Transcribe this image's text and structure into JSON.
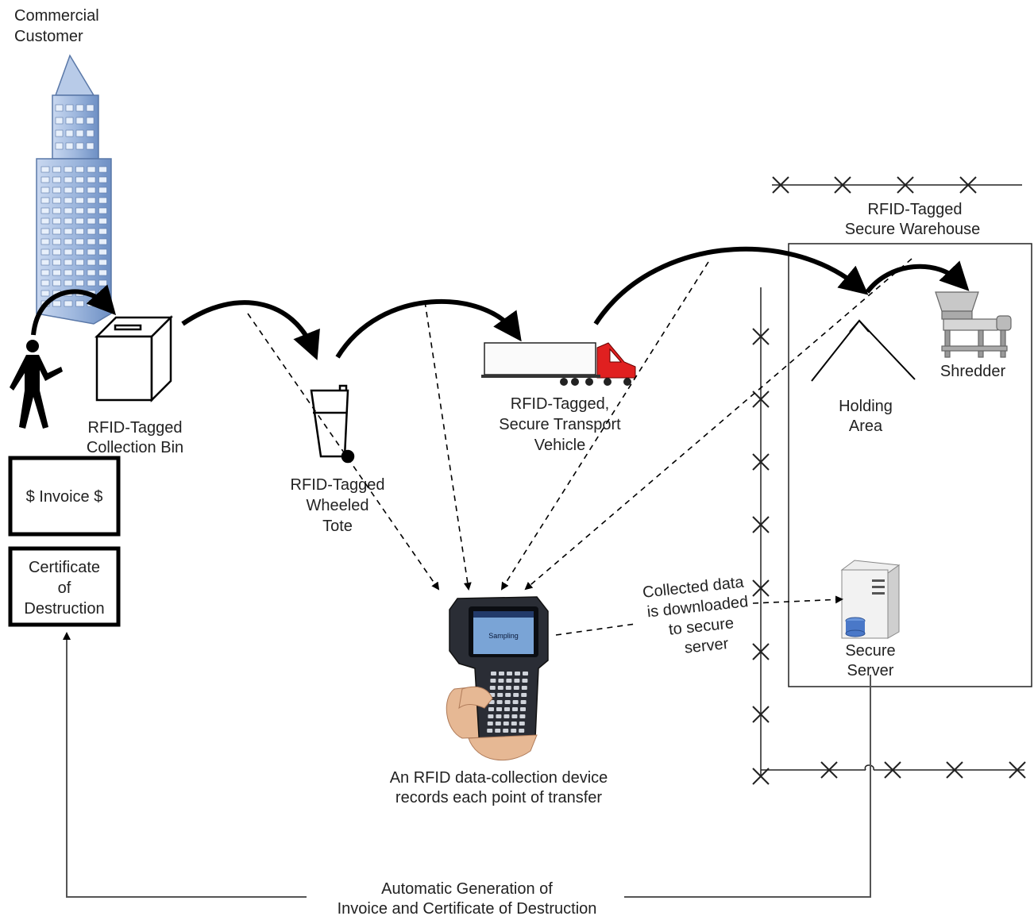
{
  "labels": {
    "customer": [
      "Commercial",
      "Customer"
    ],
    "bin": [
      "RFID-Tagged",
      "Collection Bin"
    ],
    "tote": [
      "RFID-Tagged",
      "Wheeled",
      "Tote"
    ],
    "vehicle": [
      "RFID-Tagged,",
      "Secure Transport",
      "Vehicle"
    ],
    "warehouse": [
      "RFID-Tagged",
      "Secure Warehouse"
    ],
    "holding": [
      "Holding",
      "Area"
    ],
    "shredder": [
      "Shredder"
    ],
    "server": [
      "Secure",
      "Server"
    ],
    "download": [
      "Collected data",
      "is downloaded",
      "to secure",
      "server"
    ],
    "device": [
      "An RFID data-collection device",
      "records each point of transfer"
    ],
    "bottom": [
      "Automatic Generation of",
      "Invoice and Certificate of Destruction"
    ],
    "invoice": [
      "$ Invoice $"
    ],
    "certificate": [
      "Certificate",
      "of",
      "Destruction"
    ]
  },
  "device_screen_text": "Sampling",
  "colors": {
    "building": "#9fb8de",
    "truck_cab": "#e02020",
    "server_disk": "#4a78c8"
  }
}
